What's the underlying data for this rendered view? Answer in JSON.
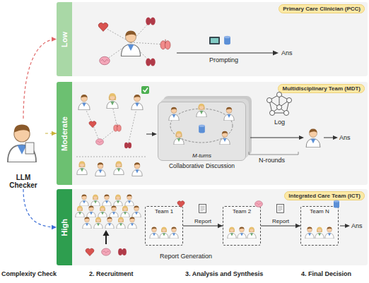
{
  "diagram": {
    "nodes": [
      {
        "text": [
          "LLM Checker"
        ]
      },
      {
        "text": [
          "Low"
        ]
      },
      {
        "text": [
          "Primary Care Clinician (PCC)"
        ],
        "in": 1
      },
      {
        "text": [
          "Moderate"
        ]
      },
      {
        "text": [
          "Multidisciplinary Team (MDT)"
        ],
        "in": 3
      },
      {
        "text": [
          "M-turns",
          "Collaborative Discussion"
        ],
        "in": 3
      },
      {
        "text": [
          "High"
        ]
      },
      {
        "text": [
          "Integrated Care Team (ICT)"
        ],
        "in": 6
      },
      {
        "text": [
          "Team 1"
        ],
        "in": 6
      },
      {
        "text": [
          "Team 2"
        ],
        "in": 6
      },
      {
        "text": [
          "Team N"
        ],
        "in": 6
      }
    ],
    "edges": [
      {
        "from": 0,
        "to": 1,
        "arrow": "to"
      },
      {
        "from": 0,
        "to": 3,
        "arrow": "to"
      },
      {
        "from": 0,
        "to": 6,
        "arrow": "to"
      },
      {
        "from": 8,
        "to": 9,
        "label": "Report",
        "arrow": "to"
      },
      {
        "from": 9,
        "to": 10,
        "label": "Report",
        "arrow": "to"
      }
    ],
    "labels": [
      "Prompting",
      "Ans",
      "Log",
      "N-rounds",
      "Ans",
      "Report Generation",
      "Ans",
      "Complexity Check",
      "2. Recruitment",
      "3. Analysis and Synthesis",
      "4. Final Decision"
    ]
  }
}
